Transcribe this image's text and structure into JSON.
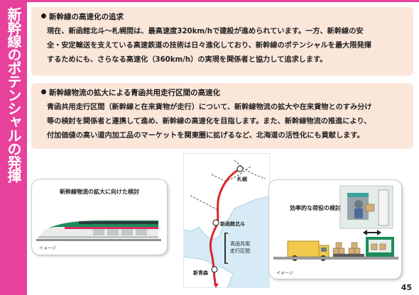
{
  "sidebar": {
    "title": "新幹線のポテンシャルの発揮"
  },
  "section1": {
    "heading": "新幹線の高速化の追求",
    "lines": [
      "現在、新函館北斗～札幌間は、最高速度320km/hで建設が進められています。一方、新幹線の安",
      "全・安定輸送を支えている高速鉄道の技術は日々進化しており、新幹線のポテンシャルを最大限発揮",
      "するためにも、さらなる高速化（360km/h）の実現を関係者と協力して追求します。"
    ]
  },
  "section2": {
    "heading": "新幹線物流の拡大による青函共用走行区間の高速化",
    "lines": [
      "青函共用走行区間（新幹線と在来貨物が走行）について、新幹線物流の拡大や在来貨物とのすみ分け",
      "等の検討を関係者と連携して進め、新幹線の高速化を目指します。また、新幹線物流の推進により、",
      "付加価値の高い道内加工品のマーケットを関東圏に拡げるなど、北海道の活性化にも貢献します。"
    ]
  },
  "left_panel": {
    "title": "新幹線物流の拡大に向けた検討",
    "image_label": "イメージ"
  },
  "right_panel": {
    "title": "効率的な荷役の検討",
    "image_label": "イメージ"
  },
  "map": {
    "station_sapporo": "札幌",
    "station_shin_hakodate": "新函館北斗",
    "station_shin_aomori": "新青森",
    "shared_section": "青函共用走行区間",
    "shared_section_line1": "青函共用",
    "shared_section_line2": "走行区間"
  },
  "page_number": "45",
  "colors": {
    "accent": "#e7419c",
    "box": "#fbe6da",
    "route": "#d9262c",
    "sea": "#d6ebf5",
    "land": "#ffffff"
  }
}
